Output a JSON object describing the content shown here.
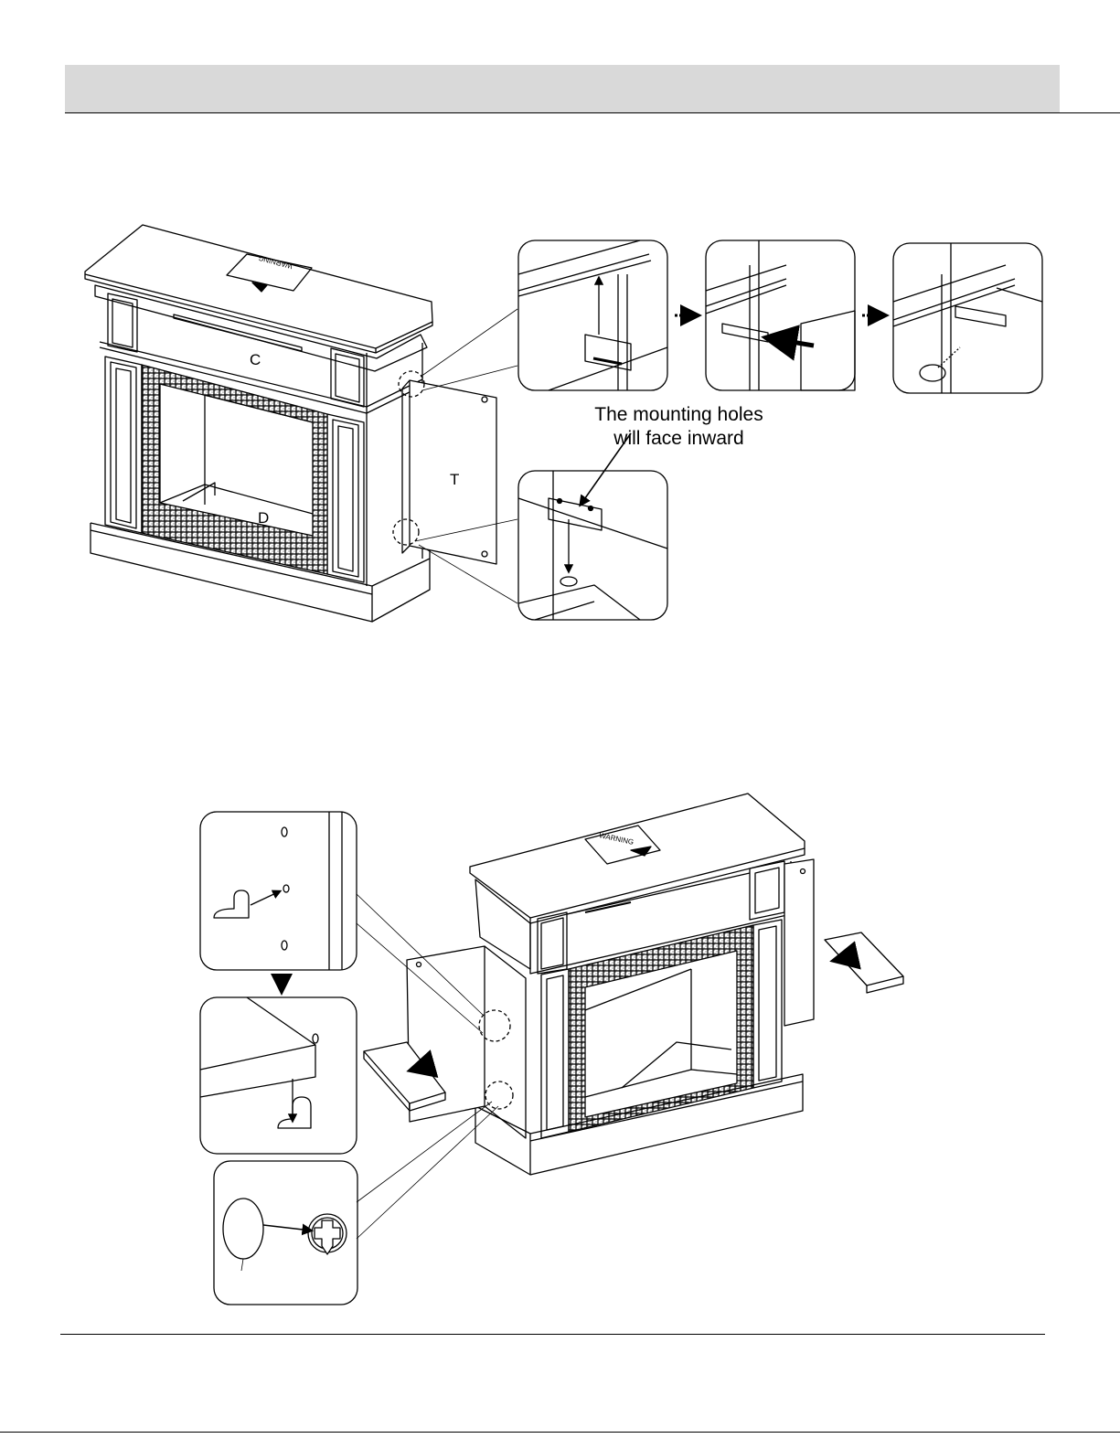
{
  "step1": {
    "labels": {
      "c": "C",
      "d": "D",
      "t": "T"
    },
    "callout": {
      "line1": "The mounting holes",
      "line2": "will face inward"
    },
    "warning_label": "WARNING"
  },
  "step2": {
    "warning_label": "WARNING"
  }
}
